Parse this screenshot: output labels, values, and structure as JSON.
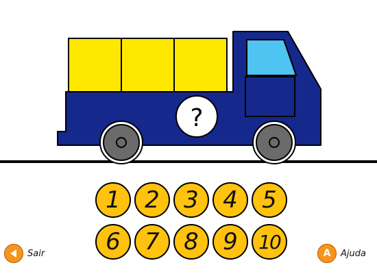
{
  "truck": {
    "question_mark": "?",
    "body_color": "#15288c",
    "cargo_color": "#ffe800",
    "window_color": "#4fc3f2",
    "wheel_color": "#6b6b6b"
  },
  "number_buttons": [
    "1",
    "2",
    "3",
    "4",
    "5",
    "6",
    "7",
    "8",
    "9",
    "10"
  ],
  "number_button_color": "#ffc20e",
  "nav": {
    "back": {
      "label": "Sair",
      "icon": "triangle-left-icon"
    },
    "help": {
      "label": "Ajuda",
      "icon_text": "A",
      "icon": "help-letter-icon"
    }
  }
}
